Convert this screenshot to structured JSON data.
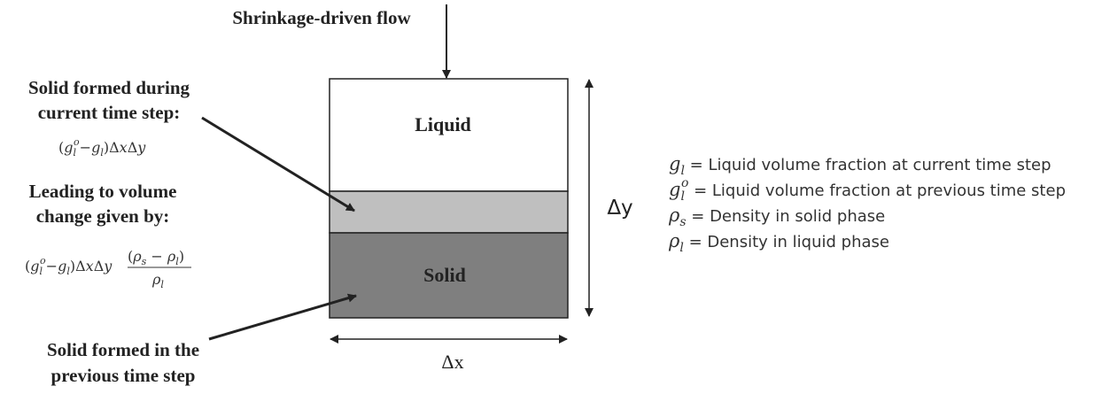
{
  "labels": {
    "flow": "Shrinkage-driven flow",
    "liquid": "Liquid",
    "solid": "Solid",
    "dx": "Δx",
    "dy": "Δy",
    "solid_current_line1": "Solid formed during",
    "solid_current_line2": "current time step:",
    "volume_change_line1": "Leading to volume",
    "volume_change_line2": "change given by:",
    "solid_previous_line1": "Solid formed in the",
    "solid_previous_line2": "previous time step"
  },
  "formulas": {
    "solid_current": "(glo−gl)ΔxΔy",
    "volume_change": "(glo−gl)ΔxΔy (ρs − ρl)/ρl"
  },
  "legend": [
    {
      "symbol": "g",
      "sub": "l",
      "sup": "",
      "text": " = Liquid volume fraction at current time step"
    },
    {
      "symbol": "g",
      "sub": "l",
      "sup": "o",
      "text": " = Liquid volume fraction at previous time step"
    },
    {
      "symbol": "ρ",
      "sub": "s",
      "sup": "",
      "text": " = Density in solid phase"
    },
    {
      "symbol": "ρ",
      "sub": "l",
      "sup": "",
      "text": " = Density in liquid phase"
    }
  ],
  "colors": {
    "liquid_fill": "#ffffff",
    "current_solid_fill": "#bfbfbf",
    "previous_solid_fill": "#7f7f7f",
    "line": "#222222"
  }
}
